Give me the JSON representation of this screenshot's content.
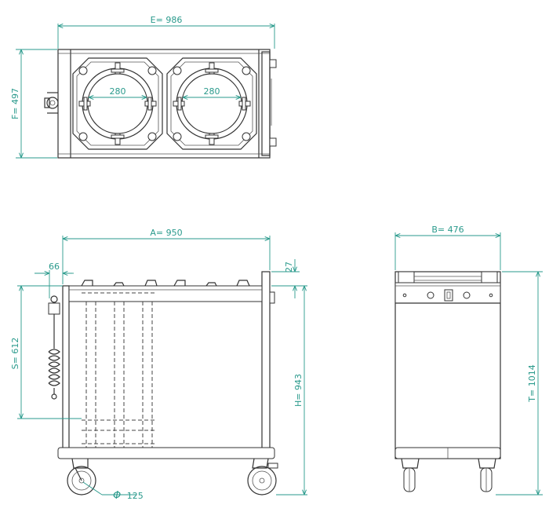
{
  "dimensions": {
    "E": "E= 986",
    "F": "F= 497",
    "ring_left": "280",
    "ring_right": "280",
    "A": "A= 950",
    "offset": "66",
    "top": "27",
    "S": "S= 612",
    "H": "H= 943",
    "wheel": "125",
    "B": "B= 476",
    "T": "T= 1014"
  },
  "symbols": {
    "diameter": "Φ"
  },
  "colors": {
    "dimension": "#2a9a8c",
    "outline": "#333333"
  }
}
